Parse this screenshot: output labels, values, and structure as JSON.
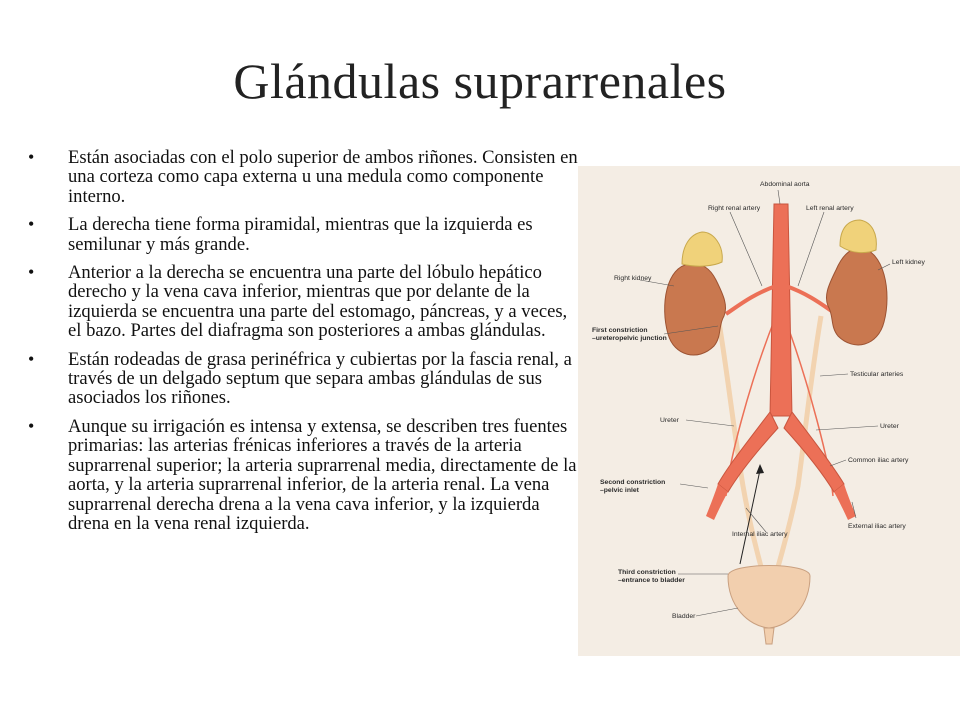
{
  "slide": {
    "title": "Glándulas suprarrenales",
    "bullets": [
      "Están asociadas con el polo superior de ambos riñones. Consisten en una corteza como capa externa u una medula como componente interno.",
      "La derecha tiene forma piramidal, mientras que la izquierda es semilunar y más grande.",
      "Anterior a la derecha se encuentra una parte del lóbulo hepático derecho y la vena cava inferior, mientras que por delante de la izquierda se encuentra una parte del estomago, páncreas, y a veces, el bazo. Partes del diafragma son posteriores a ambas glándulas.",
      "Están rodeadas de grasa perinéfrica y cubiertas por la fascia renal, a través de un delgado septum que separa ambas glándulas de sus asociados los riñones.",
      "Aunque su irrigación es intensa y extensa, se describen tres fuentes primarias: las arterias frénicas inferiores a través de la arteria suprarrenal superior; la arteria suprarrenal media, directamente de la aorta, y la arteria suprarrenal inferior, de la arteria renal. La vena suprarrenal derecha drena a la vena cava inferior, y la izquierda drena en la vena renal izquierda."
    ],
    "bullet_symbol": "•"
  },
  "figure": {
    "labels": {
      "abdominal_aorta": "Abdominal aorta",
      "right_renal_artery": "Right renal artery",
      "left_renal_artery": "Left renal artery",
      "right_kidney": "Right kidney",
      "left_kidney": "Left kidney",
      "first_constriction_1": "First constriction",
      "first_constriction_2": "–ureteropelvic junction",
      "testicular_arteries": "Testicular arteries",
      "ureter_left": "Ureter",
      "ureter_right": "Ureter",
      "common_iliac_artery": "Common iliac artery",
      "second_constriction_1": "Second constriction",
      "second_constriction_2": "–pelvic inlet",
      "internal_iliac_artery": "Internal iliac artery",
      "external_iliac_artery": "External iliac artery",
      "third_constriction_1": "Third constriction",
      "third_constriction_2": "–entrance to bladder",
      "bladder": "Bladder"
    },
    "colors": {
      "background": "#f4ede4",
      "kidney": "#c9784f",
      "adrenal": "#f0d27a",
      "artery": "#ec7057",
      "ureter": "#f2d3b0"
    }
  }
}
